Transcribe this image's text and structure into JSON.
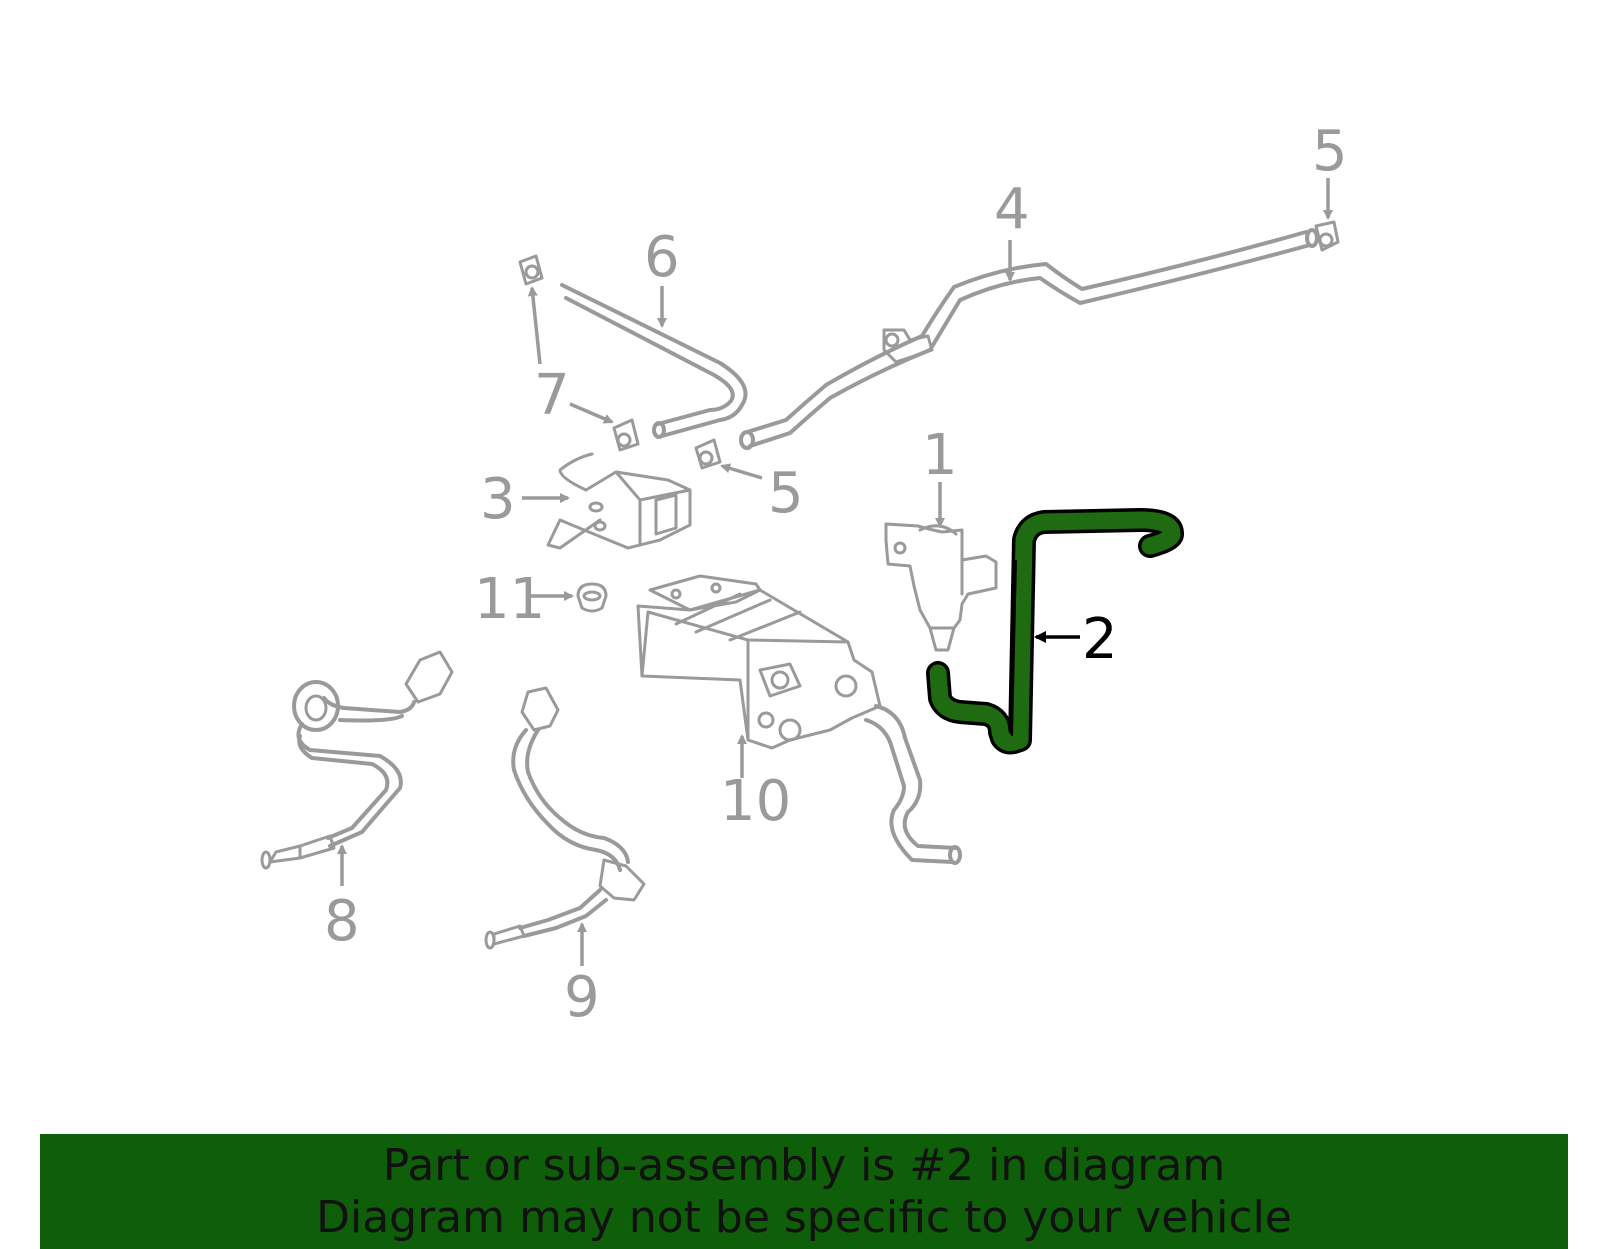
{
  "colors": {
    "highlight": "#1f6b12",
    "banner": "#0f5e09",
    "part_gray": "#9a9a9a"
  },
  "callouts": {
    "c1": "1",
    "c2": "2",
    "c3": "3",
    "c4": "4",
    "c5a": "5",
    "c5b": "5",
    "c6": "6",
    "c7": "7",
    "c8": "8",
    "c9": "9",
    "c10": "10",
    "c11": "11"
  },
  "banner": {
    "line1": "Part or sub-assembly is #2 in diagram",
    "line2": "Diagram may not be specific to your vehicle"
  }
}
